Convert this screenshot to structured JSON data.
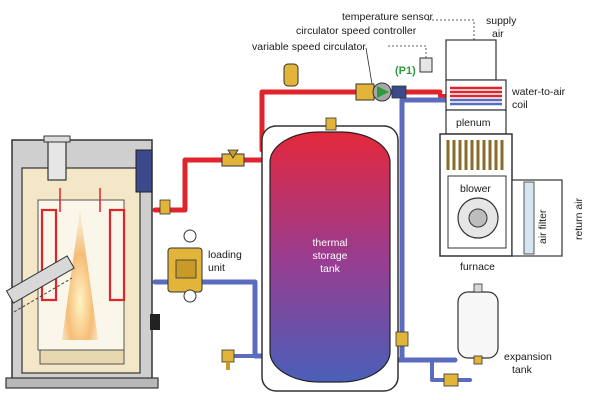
{
  "labels": {
    "temperature_sensor": "temperature sensor",
    "supply_air": [
      "supply",
      "air"
    ],
    "circulator_speed_controller": "circulator speed controller",
    "variable_speed_circulator": "variable speed circulator",
    "pump_id": "(P1)",
    "water_to_air": "water-to-air",
    "coil": "coil",
    "plenum": "plenum",
    "blower": "blower",
    "air_filter": "air filter",
    "return_air": "return air",
    "furnace": "furnace",
    "thermal_storage_tank": [
      "thermal",
      "storage",
      "tank"
    ],
    "loading_unit": [
      "loading",
      "unit"
    ],
    "expansion_tank": [
      "expansion",
      "tank"
    ]
  },
  "colors": {
    "hot_pipe": "#e0242b",
    "cold_pipe": "#5b6bbd",
    "tank_top": "#e4283c",
    "tank_bottom": "#4a5fb8",
    "boiler_body": "#f3e7c8",
    "boiler_jacket": "#c9c9c9",
    "valve_brass": "#e2b53a",
    "pump_green": "#2e9a3a"
  }
}
